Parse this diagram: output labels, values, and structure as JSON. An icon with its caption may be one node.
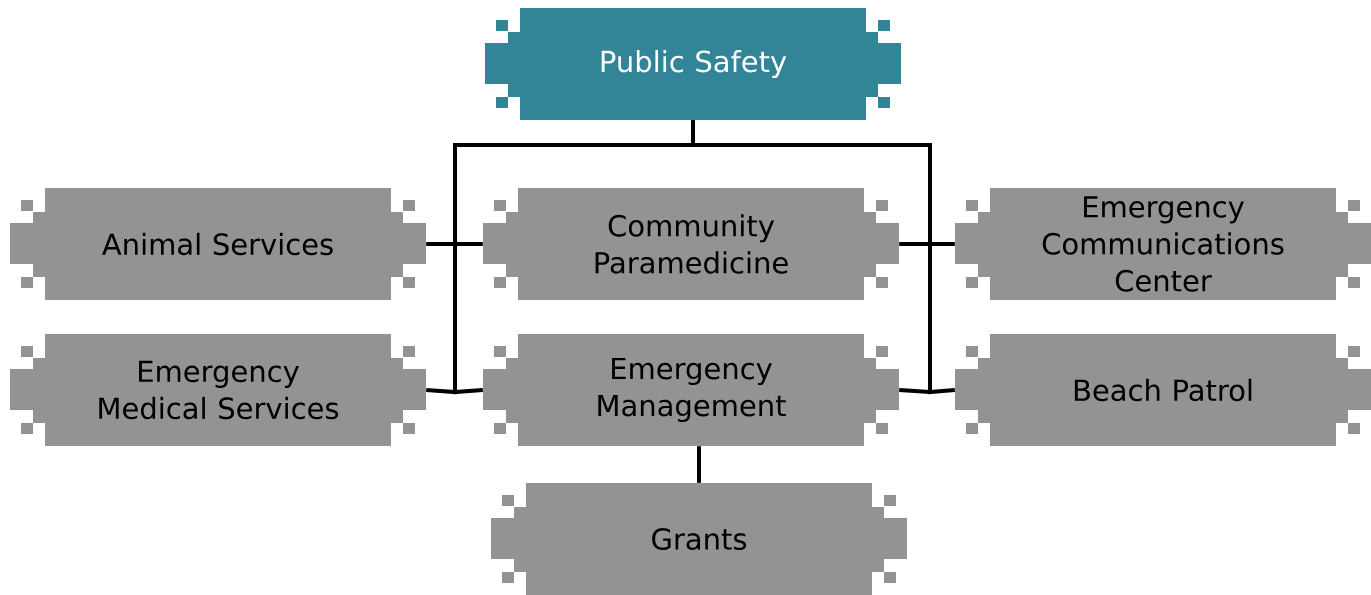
{
  "diagram": {
    "nodes": [
      {
        "text": [
          "Public Safety"
        ]
      },
      {
        "text": [
          "Animal Services"
        ]
      },
      {
        "text": [
          "Community Paramedicine"
        ]
      },
      {
        "text": [
          "Emergency Communications Center"
        ]
      },
      {
        "text": [
          "Emergency Medical Services"
        ]
      },
      {
        "text": [
          "Emergency Management"
        ]
      },
      {
        "text": [
          "Beach Patrol"
        ]
      },
      {
        "text": [
          "Grants"
        ]
      }
    ],
    "edges": [
      {
        "from": 0,
        "to": 1,
        "arrow": "none"
      },
      {
        "from": 0,
        "to": 2,
        "arrow": "none"
      },
      {
        "from": 0,
        "to": 3,
        "arrow": "none"
      },
      {
        "from": 0,
        "to": 4,
        "arrow": "none"
      },
      {
        "from": 0,
        "to": 5,
        "arrow": "none"
      },
      {
        "from": 0,
        "to": 6,
        "arrow": "none"
      },
      {
        "from": 5,
        "to": 7,
        "arrow": "none"
      }
    ]
  }
}
